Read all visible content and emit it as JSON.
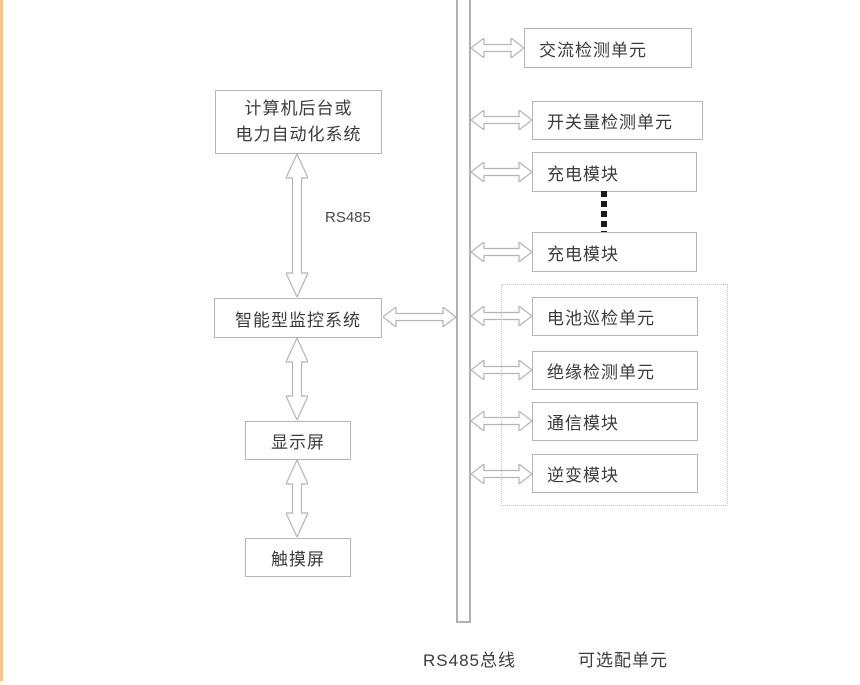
{
  "diagram": {
    "left_column": {
      "computer_box_line1": "计算机后台或",
      "computer_box_line2": "电力自动化系统",
      "rs485_link_label": "RS485",
      "monitor_box": "智能型监控系统",
      "display_box": "显示屏",
      "touch_box": "触摸屏"
    },
    "bus_label": "RS485总线",
    "right_column": {
      "units": [
        "交流检测单元",
        "开关量检测单元",
        "充电模块",
        "充电模块"
      ],
      "optional_units": [
        "电池巡检单元",
        "绝缘检测单元",
        "通信模块",
        "逆变模块"
      ],
      "optional_label": "可选配单元"
    },
    "colors": {
      "accent_border": "#f6c48f",
      "box_border": "#b5b5b5",
      "bus_border": "#b2b2b2",
      "arrow_outline": "#b5b5b5",
      "dotted_link": "#1a1a1a",
      "text": "#3b3b3b"
    }
  }
}
